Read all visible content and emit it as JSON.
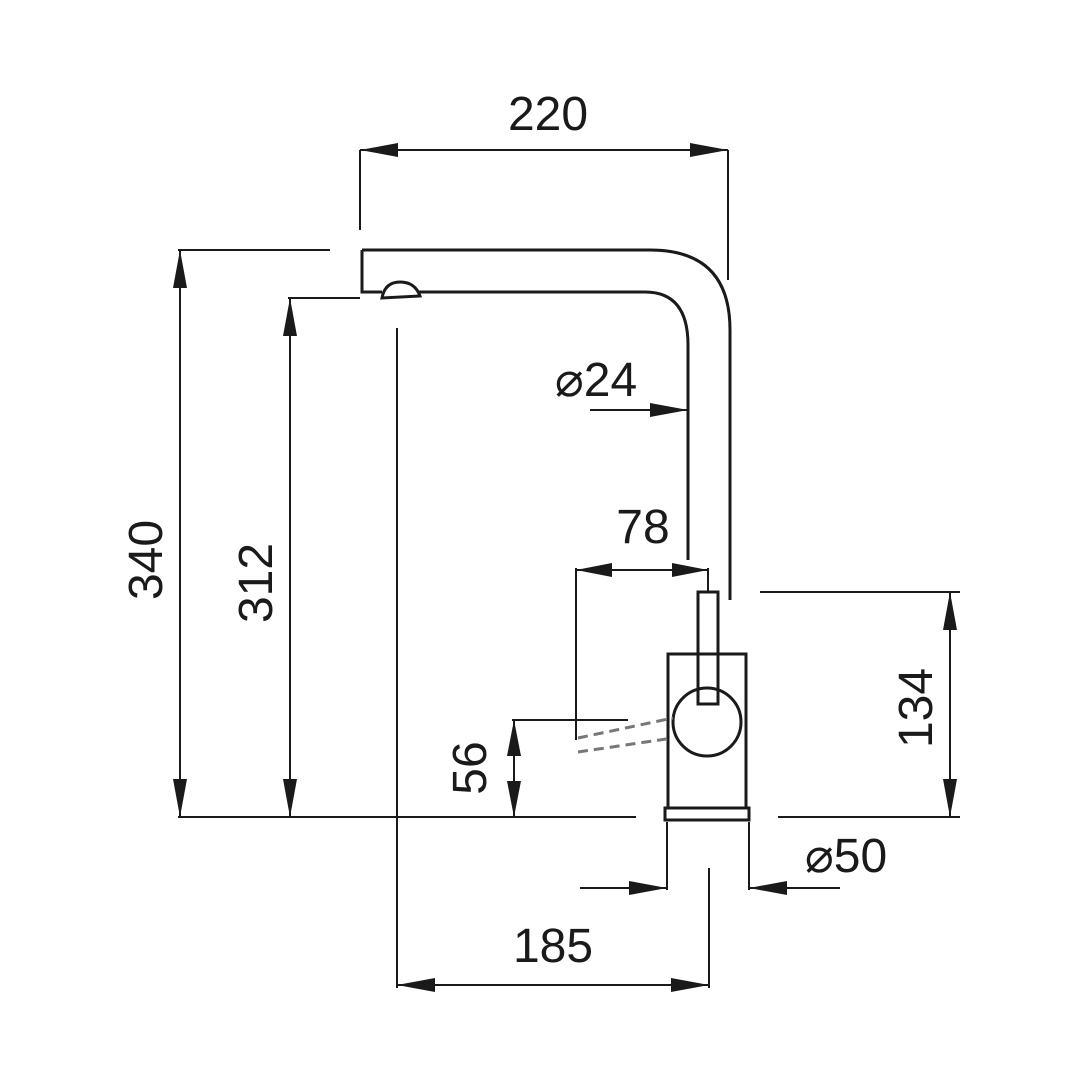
{
  "diagram": {
    "line_color": "#1a1a1a",
    "background": "#ffffff",
    "dimensions": {
      "overall_width": "220",
      "spout_diameter": "⌀24",
      "lever_reach": "78",
      "overall_height": "340",
      "spout_height": "312",
      "lever_height": "56",
      "body_height": "134",
      "base_diameter": "⌀50",
      "spout_reach": "185"
    }
  }
}
